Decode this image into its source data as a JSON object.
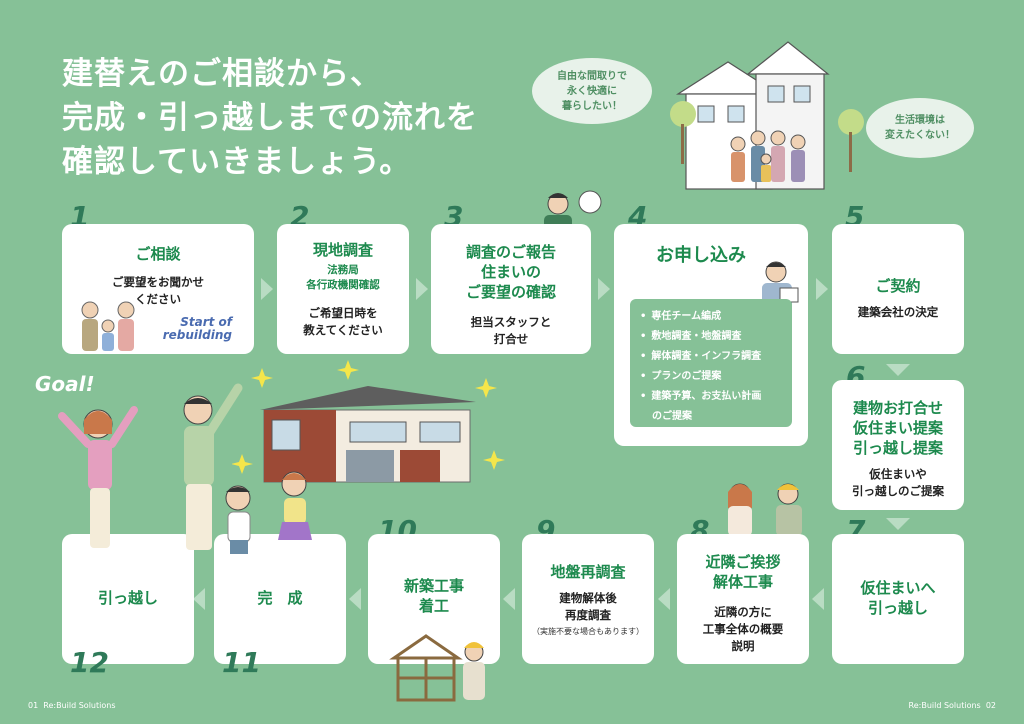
{
  "headline": {
    "line1": "建替えのご相談から、",
    "line2": "完成・引っ越しまでの流れを",
    "line3": "確認していきましょう。"
  },
  "bubbles": {
    "left": [
      "自由な間取りで",
      "永く快適に",
      "暮らしたい！"
    ],
    "right": [
      "生活環境は",
      "変えたくない！"
    ]
  },
  "goal_text": "Goal!",
  "start_text": [
    "Start of",
    "rebuilding"
  ],
  "steps": {
    "s1": {
      "num": "1",
      "title": "ご相談",
      "sub": [
        "ご要望をお聞かせ",
        "ください"
      ]
    },
    "s2": {
      "num": "2",
      "title": "現地調査",
      "detail": [
        "法務局",
        "各行政機関確認"
      ],
      "sub": [
        "ご希望日時を",
        "教えてください"
      ]
    },
    "s3": {
      "num": "3",
      "title": [
        "調査のご報告",
        "住まいの",
        "ご要望の確認"
      ],
      "sub": [
        "担当スタッフと",
        "打合せ"
      ]
    },
    "s4": {
      "num": "4",
      "title": "お申し込み",
      "items": [
        "専任チーム編成",
        "敷地調査・地盤調査",
        "解体調査・インフラ調査",
        "プランのご提案",
        "建築予算、お支払い計画"
      ],
      "item_cont": "のご提案"
    },
    "s5": {
      "num": "5",
      "title": "ご契約",
      "sub": [
        "建築会社の決定"
      ]
    },
    "s6": {
      "num": "6",
      "title": [
        "建物お打合せ",
        "仮住まい提案",
        "引っ越し提案"
      ],
      "sub": [
        "仮住まいや",
        "引っ越しのご提案"
      ]
    },
    "s7": {
      "num": "7",
      "title": [
        "仮住まいへ",
        "引っ越し"
      ]
    },
    "s8": {
      "num": "8",
      "title": [
        "近隣ご挨拶",
        "解体工事"
      ],
      "sub": [
        "近隣の方に",
        "工事全体の概要",
        "説明"
      ]
    },
    "s9": {
      "num": "9",
      "title": "地盤再調査",
      "sub": [
        "建物解体後",
        "再度調査"
      ],
      "note": "（実施不要な場合もあります）"
    },
    "s10": {
      "num": "10",
      "title": [
        "新築工事",
        "着工"
      ]
    },
    "s11": {
      "num": "11",
      "title": "完　成"
    },
    "s12": {
      "num": "12",
      "title": "引っ越し"
    }
  },
  "footer": {
    "left_page": "01",
    "left_brand": "Re:Build Solutions",
    "right_brand": "Re:Build Solutions",
    "right_page": "02"
  },
  "colors": {
    "background": "#86c197",
    "title_green": "#1d8a4e",
    "number_green": "#2f7a59",
    "arrow": "#b9dcc3"
  }
}
